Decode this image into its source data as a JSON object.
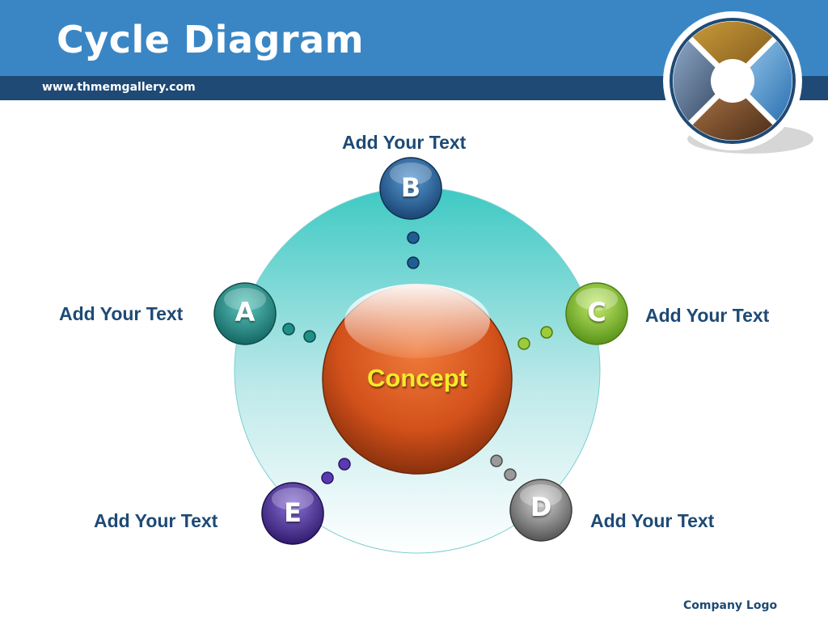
{
  "header": {
    "title": "Cycle Diagram",
    "url": "www.thmemgallery.com"
  },
  "diagram": {
    "center": {
      "label": "Concept"
    },
    "nodes": [
      {
        "letter": "A",
        "text": "Add Your Text",
        "color": "#1f8f8a"
      },
      {
        "letter": "B",
        "text": "Add Your Text",
        "color": "#1f5d93"
      },
      {
        "letter": "C",
        "text": "Add Your Text",
        "color": "#7fbf2a"
      },
      {
        "letter": "D",
        "text": "Add Your Text",
        "color": "#8a8a8a"
      },
      {
        "letter": "E",
        "text": "Add Your Text",
        "color": "#4a2d9a"
      }
    ]
  },
  "footer": {
    "company_logo": "Company Logo"
  },
  "colors": {
    "header_light": "#3a86c5",
    "header_dark": "#1e4a75",
    "label_text": "#1e4a75",
    "concept_text": "#f5ea2a",
    "concept_sphere": "#d9531e",
    "ring_top": "#3ec9c3"
  }
}
